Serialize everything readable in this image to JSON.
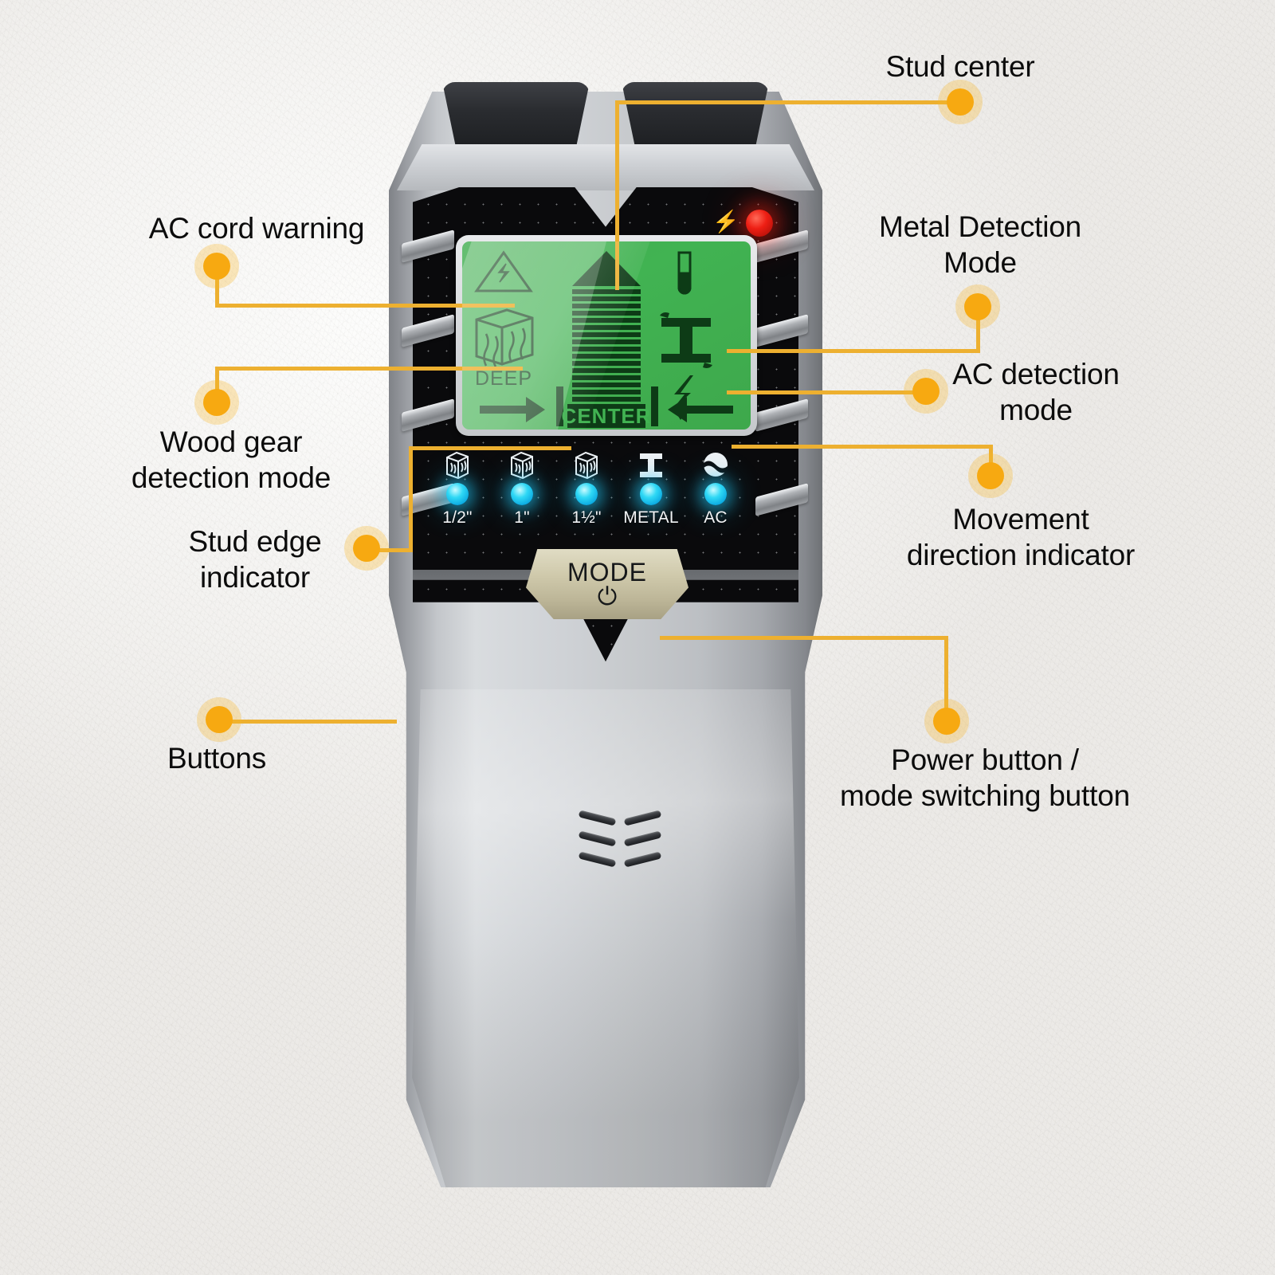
{
  "background": {
    "color": "#f2f1ef",
    "texture": "plaster-wall"
  },
  "accent": {
    "callout_dot": "#f7a911",
    "callout_line": "#edb030",
    "led_blue": "#2fd8f5",
    "led_red": "#ee1f14",
    "lcd_green": "#41b352",
    "mode_button": "#cfc9ab"
  },
  "device": {
    "name": "stud-finder-wall-scanner",
    "lcd": {
      "ac_warning_icon": "triangle-lightning-icon",
      "deep_label": "DEEP",
      "deep_icon": "wood-cube-icon",
      "center_label": "CENTER",
      "battery_icon": "battery-icon",
      "metal_icon": "i-beam-icon",
      "ac_icon": "lightning-arrow-icon",
      "left_arrow_icon": "arrow-right-icon",
      "right_arrow_icon": "arrow-left-icon",
      "bar_graph_segments": 21
    },
    "led_row": [
      {
        "label": "1/2\"",
        "icon": "wood-stud-icon",
        "state": "on"
      },
      {
        "label": "1\"",
        "icon": "wood-stud-icon",
        "state": "on"
      },
      {
        "label": "1½\"",
        "icon": "wood-stud-icon",
        "state": "on"
      },
      {
        "label": "METAL",
        "icon": "i-beam-icon",
        "state": "on"
      },
      {
        "label": "AC",
        "icon": "ac-wave-icon",
        "state": "on"
      }
    ],
    "mode_button": {
      "label": "MODE",
      "icon": "power-icon"
    },
    "status_led": {
      "icon": "lightning-bolt-icon",
      "color": "#ee1f14"
    },
    "speaker": {
      "icon": "speaker-grille-icon",
      "slots": 6
    },
    "side_grips": {
      "count_per_side": 4
    }
  },
  "callouts": [
    {
      "id": "stud-center",
      "text": "Stud center"
    },
    {
      "id": "ac-cord-warning",
      "text": "AC cord warning"
    },
    {
      "id": "wood-gear-mode",
      "text": "Wood gear\ndetection mode"
    },
    {
      "id": "stud-edge-indicator",
      "text": "Stud edge\nindicator"
    },
    {
      "id": "buttons",
      "text": "Buttons"
    },
    {
      "id": "metal-detection-mode",
      "text": "Metal Detection\nMode"
    },
    {
      "id": "ac-detection-mode",
      "text": "AC detection\nmode"
    },
    {
      "id": "movement-direction",
      "text": "Movement\ndirection indicator"
    },
    {
      "id": "power-mode-button",
      "text": "Power button /\nmode switching button"
    }
  ]
}
